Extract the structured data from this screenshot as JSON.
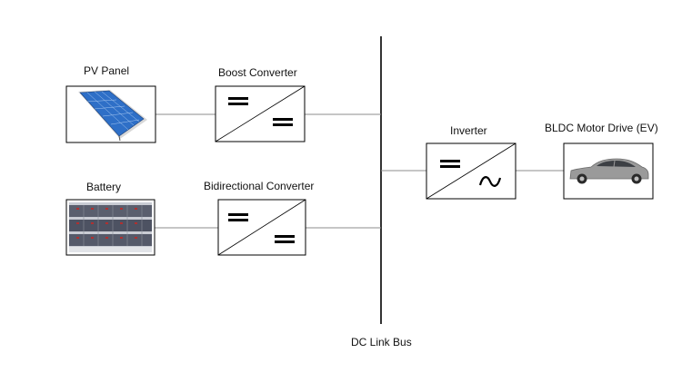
{
  "labels": {
    "pv_panel": "PV Panel",
    "boost_converter": "Boost Converter",
    "battery": "Battery",
    "bidirectional_converter": "Bidirectional Converter",
    "inverter": "Inverter",
    "motor_drive": "BLDC Motor Drive (EV)",
    "dc_link_bus": "DC Link Bus"
  },
  "icons": {
    "pv": "solar-panel-icon",
    "battery": "battery-bank-icon",
    "car": "electric-car-icon",
    "dc": "dc-symbol",
    "ac": "ac-sine-symbol"
  },
  "colors": {
    "line": "#000000",
    "connector": "#8c8c8c",
    "panel_blue": "#2e6fc7",
    "car_body": "#9a9a9a"
  }
}
